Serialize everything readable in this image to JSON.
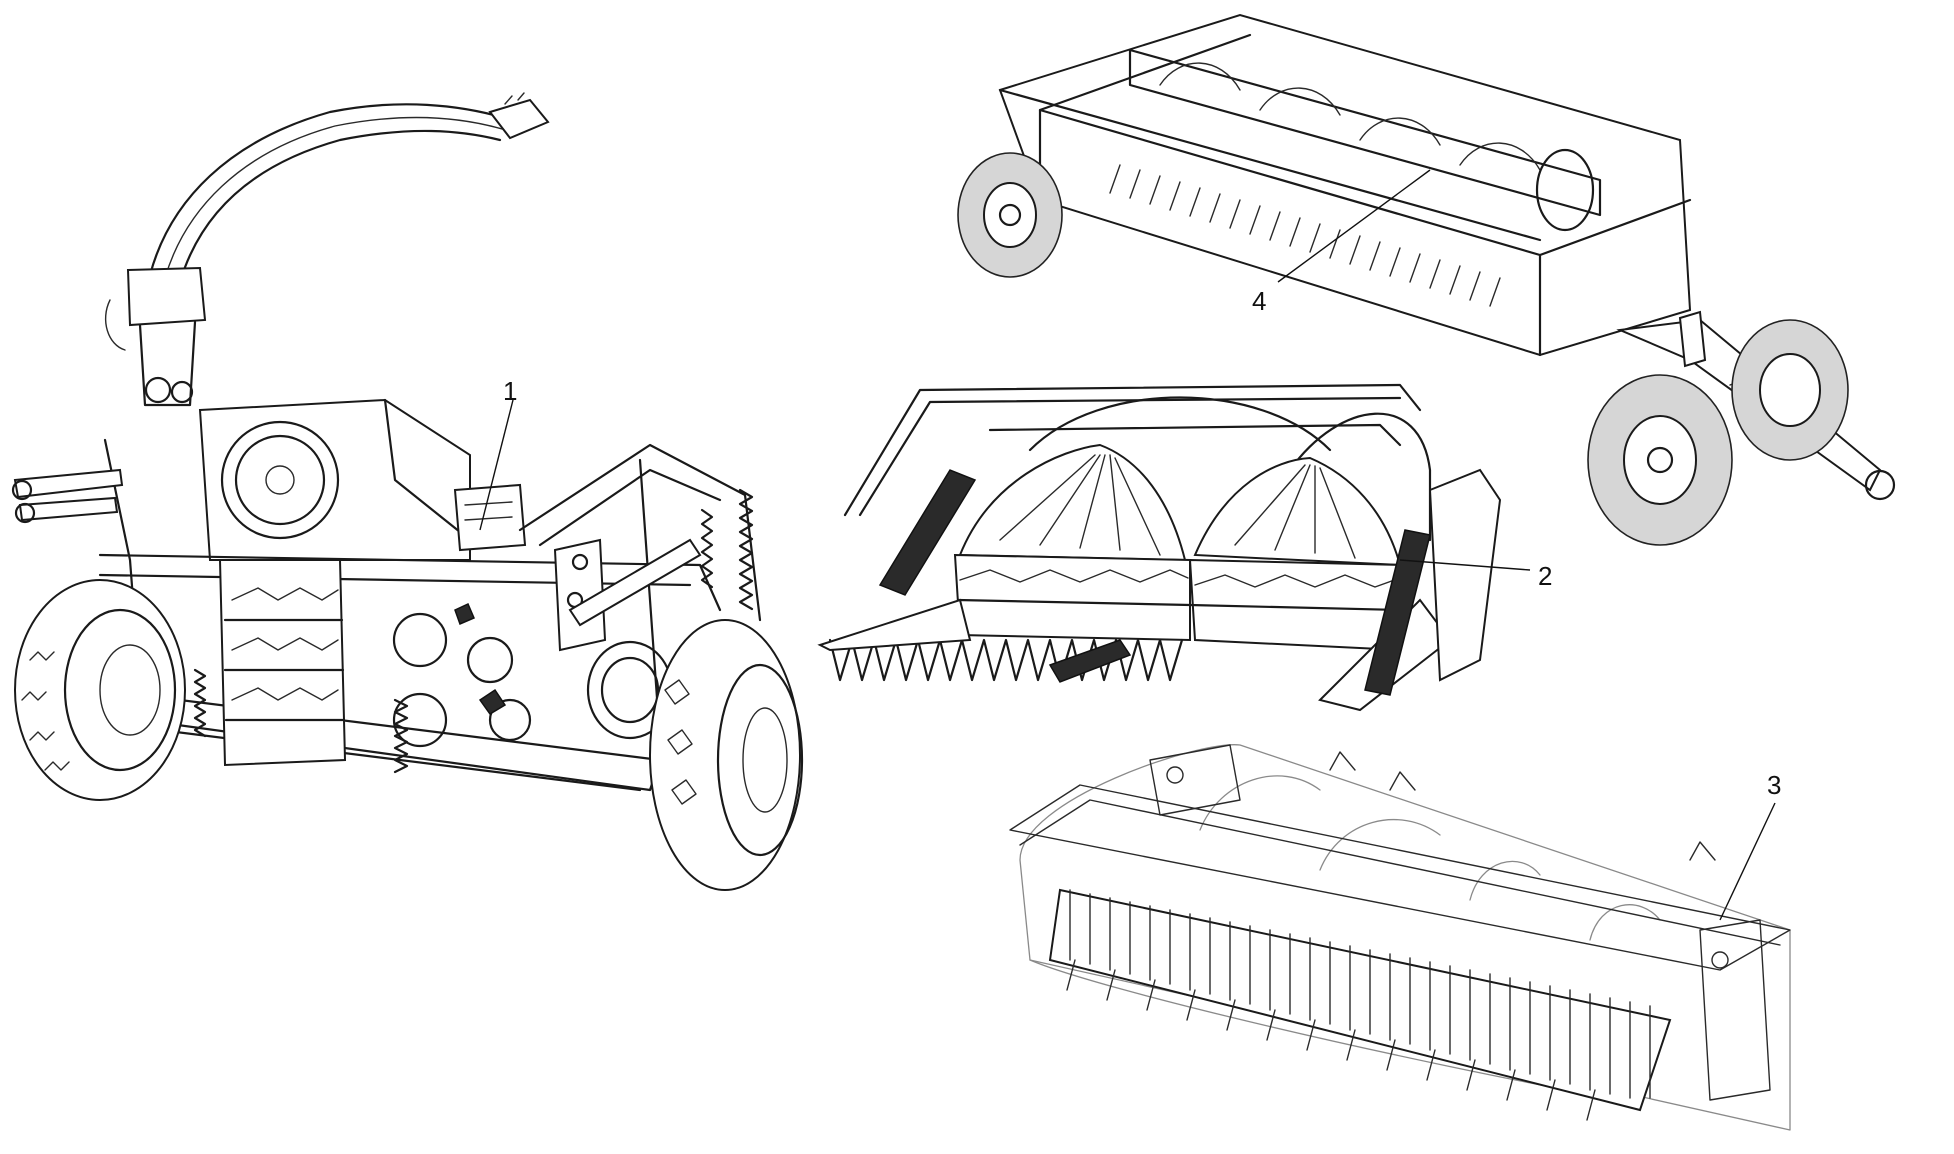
{
  "figure": {
    "callouts": [
      {
        "id": "1",
        "label": "1"
      },
      {
        "id": "2",
        "label": "2"
      },
      {
        "id": "3",
        "label": "3"
      },
      {
        "id": "4",
        "label": "4"
      }
    ],
    "components": [
      {
        "id": "harvester",
        "icon": "forage-harvester-icon"
      },
      {
        "id": "rotary-header",
        "icon": "rotary-header-icon"
      },
      {
        "id": "pickup-header",
        "icon": "pickup-header-icon"
      },
      {
        "id": "trailed-header",
        "icon": "trailed-header-icon"
      }
    ]
  }
}
